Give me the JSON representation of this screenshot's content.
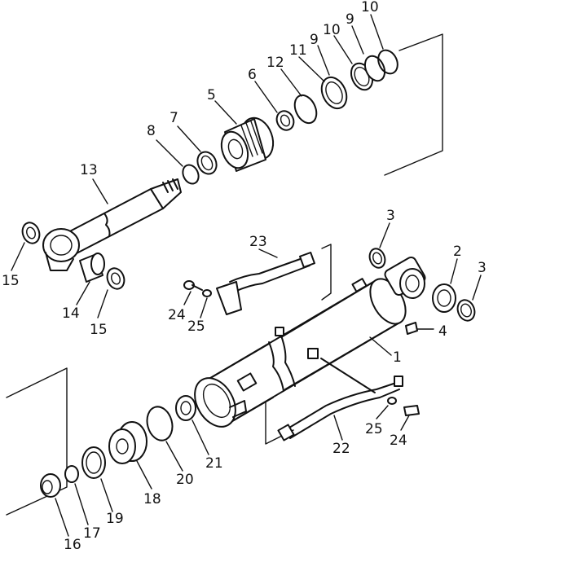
{
  "callouts": [
    {
      "id": "c10a",
      "text": "10"
    },
    {
      "id": "c9a",
      "text": "9"
    },
    {
      "id": "c10b",
      "text": "10"
    },
    {
      "id": "c9b",
      "text": "9"
    },
    {
      "id": "c11",
      "text": "11"
    },
    {
      "id": "c12",
      "text": "12"
    },
    {
      "id": "c6",
      "text": "6"
    },
    {
      "id": "c5",
      "text": "5"
    },
    {
      "id": "c7",
      "text": "7"
    },
    {
      "id": "c8",
      "text": "8"
    },
    {
      "id": "c13",
      "text": "13"
    },
    {
      "id": "c15a",
      "text": "15"
    },
    {
      "id": "c14",
      "text": "14"
    },
    {
      "id": "c15b",
      "text": "15"
    },
    {
      "id": "c23",
      "text": "23"
    },
    {
      "id": "c3a",
      "text": "3"
    },
    {
      "id": "c2",
      "text": "2"
    },
    {
      "id": "c3b",
      "text": "3"
    },
    {
      "id": "c4",
      "text": "4"
    },
    {
      "id": "c1",
      "text": "1"
    },
    {
      "id": "c24a",
      "text": "24"
    },
    {
      "id": "c25a",
      "text": "25"
    },
    {
      "id": "c21",
      "text": "21"
    },
    {
      "id": "c20",
      "text": "20"
    },
    {
      "id": "c18",
      "text": "18"
    },
    {
      "id": "c19",
      "text": "19"
    },
    {
      "id": "c17",
      "text": "17"
    },
    {
      "id": "c16",
      "text": "16"
    },
    {
      "id": "c25b",
      "text": "25"
    },
    {
      "id": "c24b",
      "text": "24"
    },
    {
      "id": "c22",
      "text": "22"
    }
  ]
}
